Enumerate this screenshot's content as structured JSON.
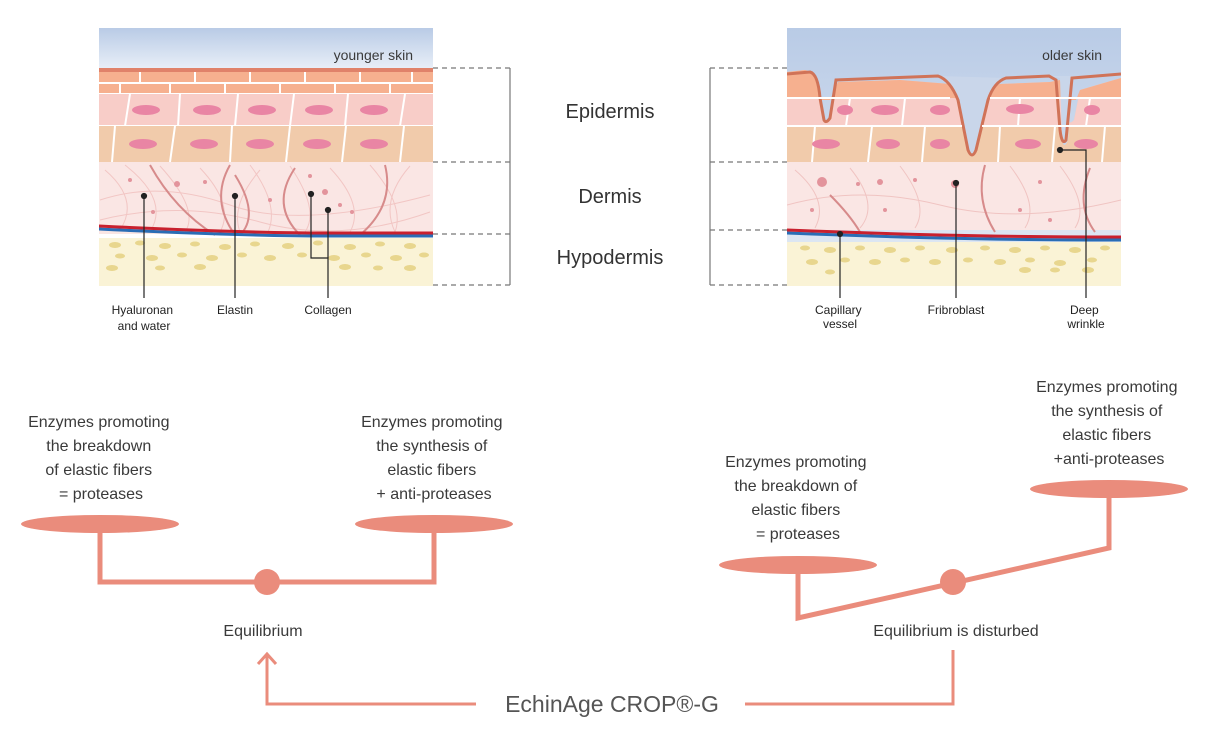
{
  "diagram": {
    "younger_skin_label": "younger skin",
    "older_skin_label": "older skin",
    "layers": [
      "Epidermis",
      "Dermis",
      "Hypodermis"
    ],
    "left_annotations": [
      {
        "lines": [
          "Hyaluronan",
          "and water"
        ]
      },
      {
        "lines": [
          "Elastin"
        ]
      },
      {
        "lines": [
          "Collagen"
        ]
      }
    ],
    "right_annotations": [
      {
        "lines": [
          "Capillary",
          "vessel"
        ]
      },
      {
        "lines": [
          "Fribroblast"
        ]
      },
      {
        "lines": [
          "Deep",
          "wrinkle"
        ]
      }
    ],
    "balance_left": {
      "left_pan_lines": [
        "Enzymes promoting",
        "the breakdown",
        "of elastic fibers",
        "= proteases"
      ],
      "right_pan_lines": [
        "Enzymes promoting",
        "the synthesis of",
        "elastic fibers",
        "+ anti-proteases"
      ],
      "caption": "Equilibrium"
    },
    "balance_right": {
      "left_pan_lines": [
        "Enzymes promoting",
        "the breakdown of",
        "elastic fibers",
        "= proteases"
      ],
      "right_pan_lines": [
        "Enzymes promoting",
        "the synthesis of",
        "elastic fibers",
        "+anti-proteases"
      ],
      "caption": "Equilibrium is disturbed"
    },
    "product": "EchinAge CROP®-G",
    "colors": {
      "accent": "#ea8c7c",
      "sky": "#c6d4ea",
      "epidermis_top": "#f4a784",
      "epidermis_mid": "#f7c9c3",
      "epidermis_low": "#f0cba8",
      "dermis": "#f9e4e2",
      "hypodermis": "#faf3d6",
      "fat": "#e6d58c",
      "artery": "#c8202e",
      "vein": "#2a6db5"
    }
  }
}
